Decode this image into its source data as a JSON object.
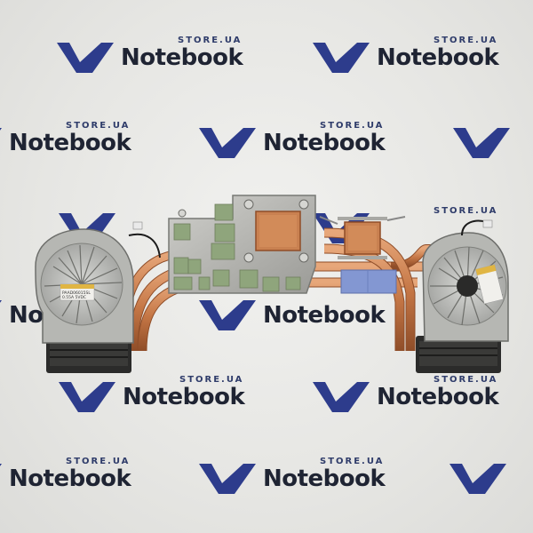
{
  "watermark": {
    "store_text": "STORE.UA",
    "brand_text": "Notebook",
    "colors": {
      "logo": "#2d3c8c",
      "text": "#1f2433"
    }
  },
  "fan_label": {
    "line1": "PAAD06015SL",
    "line2": "0.55A 5VDC"
  },
  "colors": {
    "copper": "#c77d4a",
    "aluminum": "#a8a8a4",
    "thermal_pad_green": "#8ea37a",
    "thermal_pad_blue": "#7f93cf",
    "fan_blades": "#bfc0bd"
  }
}
